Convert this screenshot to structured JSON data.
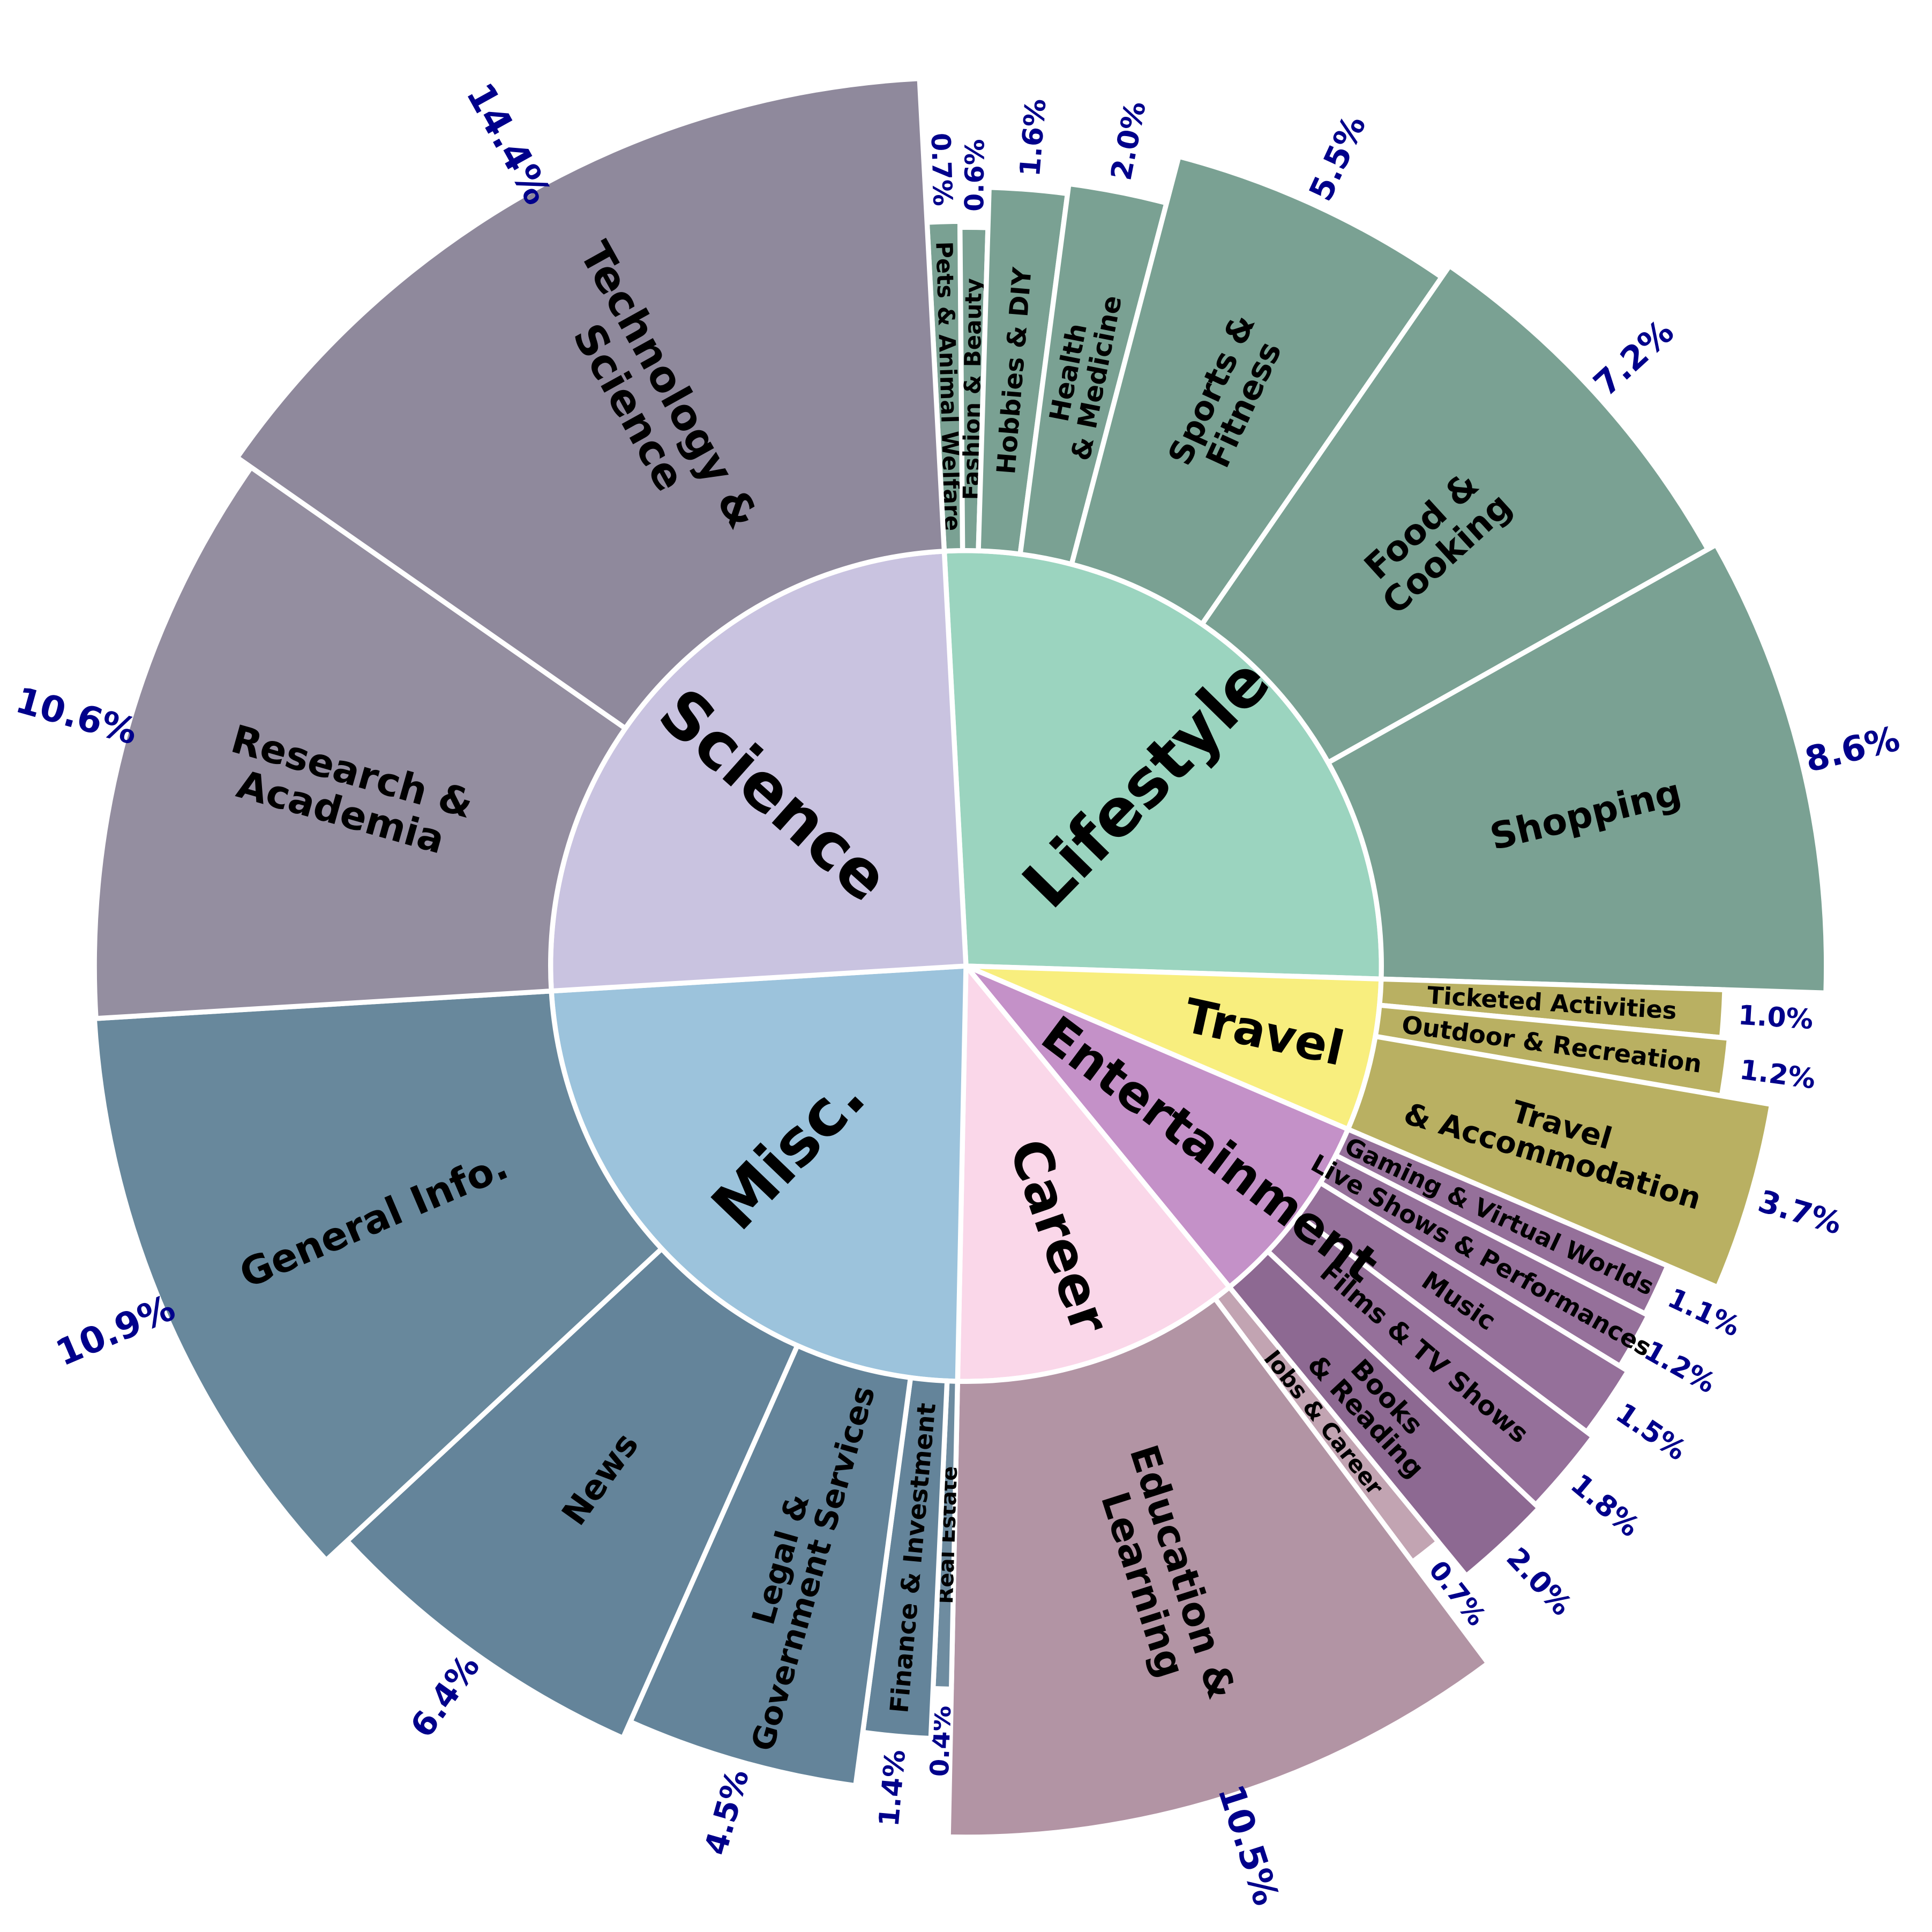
{
  "chart_data": {
    "type": "pie",
    "subtype": "sunburst",
    "title": "",
    "unit": "%",
    "legend": "none",
    "grid": "off",
    "background_color": "#ffffff",
    "percent_label_color": "#00008b",
    "text_color": "#000000",
    "layout": {
      "start_angle_deg": 93,
      "direction": "clockwise",
      "rings": [
        "category",
        "subcategory"
      ],
      "inner_radius_frac": 0.467,
      "value_total": 99.5
    },
    "categories": [
      {
        "label": "Lifestyle",
        "value": 26.2,
        "color": "#9bd4bf",
        "children": [
          {
            "label": "Pets & Animal Welfare",
            "lines": [
              "Pets & Animal Welfare"
            ],
            "value": 0.7,
            "label_pct": "0.7%",
            "color": "#7aa193"
          },
          {
            "label": "Fashion & Beauty",
            "lines": [
              "Fashion & Beauty"
            ],
            "value": 0.6,
            "label_pct": "0.6%",
            "color": "#7aa193"
          },
          {
            "label": "Hobbies & DIY",
            "lines": [
              "Hobbies & DIY"
            ],
            "value": 1.6,
            "label_pct": "1.6%",
            "color": "#7aa193"
          },
          {
            "label": "Health & Medicine",
            "lines": [
              "Health",
              "& Medicine"
            ],
            "value": 2.0,
            "label_pct": "2.0%",
            "color": "#7aa193"
          },
          {
            "label": "Sports & Fitness",
            "lines": [
              "Sports &",
              "Fitness"
            ],
            "value": 5.5,
            "label_pct": "5.5%",
            "color": "#7aa193"
          },
          {
            "label": "Food & Cooking",
            "lines": [
              "Food &",
              "Cooking"
            ],
            "value": 7.2,
            "label_pct": "7.2%",
            "color": "#7aa193"
          },
          {
            "label": "Shopping",
            "lines": [
              "Shopping"
            ],
            "value": 8.6,
            "label_pct": "8.6%",
            "color": "#7aa193"
          }
        ]
      },
      {
        "label": "Travel",
        "value": 5.9,
        "color": "#f8ee7e",
        "children": [
          {
            "label": "Ticketed Activities",
            "lines": [
              "Ticketed Activities"
            ],
            "value": 1.0,
            "label_pct": "1.0%",
            "color": "#b9b062"
          },
          {
            "label": "Outdoor & Recreation",
            "lines": [
              "Outdoor & Recreation"
            ],
            "value": 1.2,
            "label_pct": "1.2%",
            "color": "#b9b062"
          },
          {
            "label": "Travel & Accommodation",
            "lines": [
              "Travel",
              "& Accommodation"
            ],
            "value": 3.7,
            "label_pct": "3.7%",
            "color": "#b9b062"
          }
        ]
      },
      {
        "label": "Entertainment",
        "value": 7.6,
        "color": "#c491c8",
        "children": [
          {
            "label": "Gaming & Virtual Worlds",
            "lines": [
              "Gaming & Virtual Worlds"
            ],
            "value": 1.1,
            "label_pct": "1.1%",
            "color": "#95709a"
          },
          {
            "label": "Live Shows & Performances",
            "lines": [
              "Live Shows & Performances"
            ],
            "value": 1.2,
            "label_pct": "1.2%",
            "color": "#95709a"
          },
          {
            "label": "Music",
            "lines": [
              "Music"
            ],
            "value": 1.5,
            "label_pct": "1.5%",
            "color": "#95709a"
          },
          {
            "label": "Films & TV Shows",
            "lines": [
              "Films & TV Shows"
            ],
            "value": 1.8,
            "label_pct": "1.8%",
            "color": "#95709a"
          },
          {
            "label": "Books & Reading",
            "lines": [
              "Books",
              "& Reading"
            ],
            "value": 2.0,
            "label_pct": "2.0%",
            "color": "#8d6992"
          }
        ]
      },
      {
        "label": "Career",
        "value": 11.2,
        "color": "#fad7e9",
        "children": [
          {
            "label": "Jobs & Career",
            "lines": [
              "Jobs & Career"
            ],
            "value": 0.7,
            "label_pct": "0.7%",
            "color": "#c2a4b2"
          },
          {
            "label": "Education & Learning",
            "lines": [
              "Education &",
              "Learning"
            ],
            "value": 10.5,
            "label_pct": "10.5%",
            "color": "#b294a4"
          }
        ]
      },
      {
        "label": "Misc.",
        "value": 23.6,
        "color": "#9cc3dc",
        "children": [
          {
            "label": "Real Estate",
            "lines": [
              "Real Estate"
            ],
            "value": 0.4,
            "label_pct": "0.4%",
            "color": "#6e8ca0"
          },
          {
            "label": "Finance & Investment",
            "lines": [
              "Finance & Investment"
            ],
            "value": 1.4,
            "label_pct": "1.4%",
            "color": "#64849a"
          },
          {
            "label": "Legal & Government Services",
            "lines": [
              "Legal &",
              "Government Services"
            ],
            "value": 4.5,
            "label_pct": "4.5%",
            "color": "#64849a"
          },
          {
            "label": "News",
            "lines": [
              "News"
            ],
            "value": 6.4,
            "label_pct": "6.4%",
            "color": "#64849a"
          },
          {
            "label": "General Info.",
            "lines": [
              "General Info."
            ],
            "value": 10.9,
            "label_pct": "10.9%",
            "color": "#68889c"
          }
        ]
      },
      {
        "label": "Science",
        "value": 25.0,
        "color": "#c9c3e0",
        "children": [
          {
            "label": "Research & Academia",
            "lines": [
              "Research &",
              "Academia"
            ],
            "value": 10.6,
            "label_pct": "10.6%",
            "color": "#948ea0"
          },
          {
            "label": "Technology & Science",
            "lines": [
              "Technology &",
              "Science"
            ],
            "value": 14.4,
            "label_pct": "14.4%",
            "color": "#8f899c"
          }
        ]
      }
    ]
  }
}
